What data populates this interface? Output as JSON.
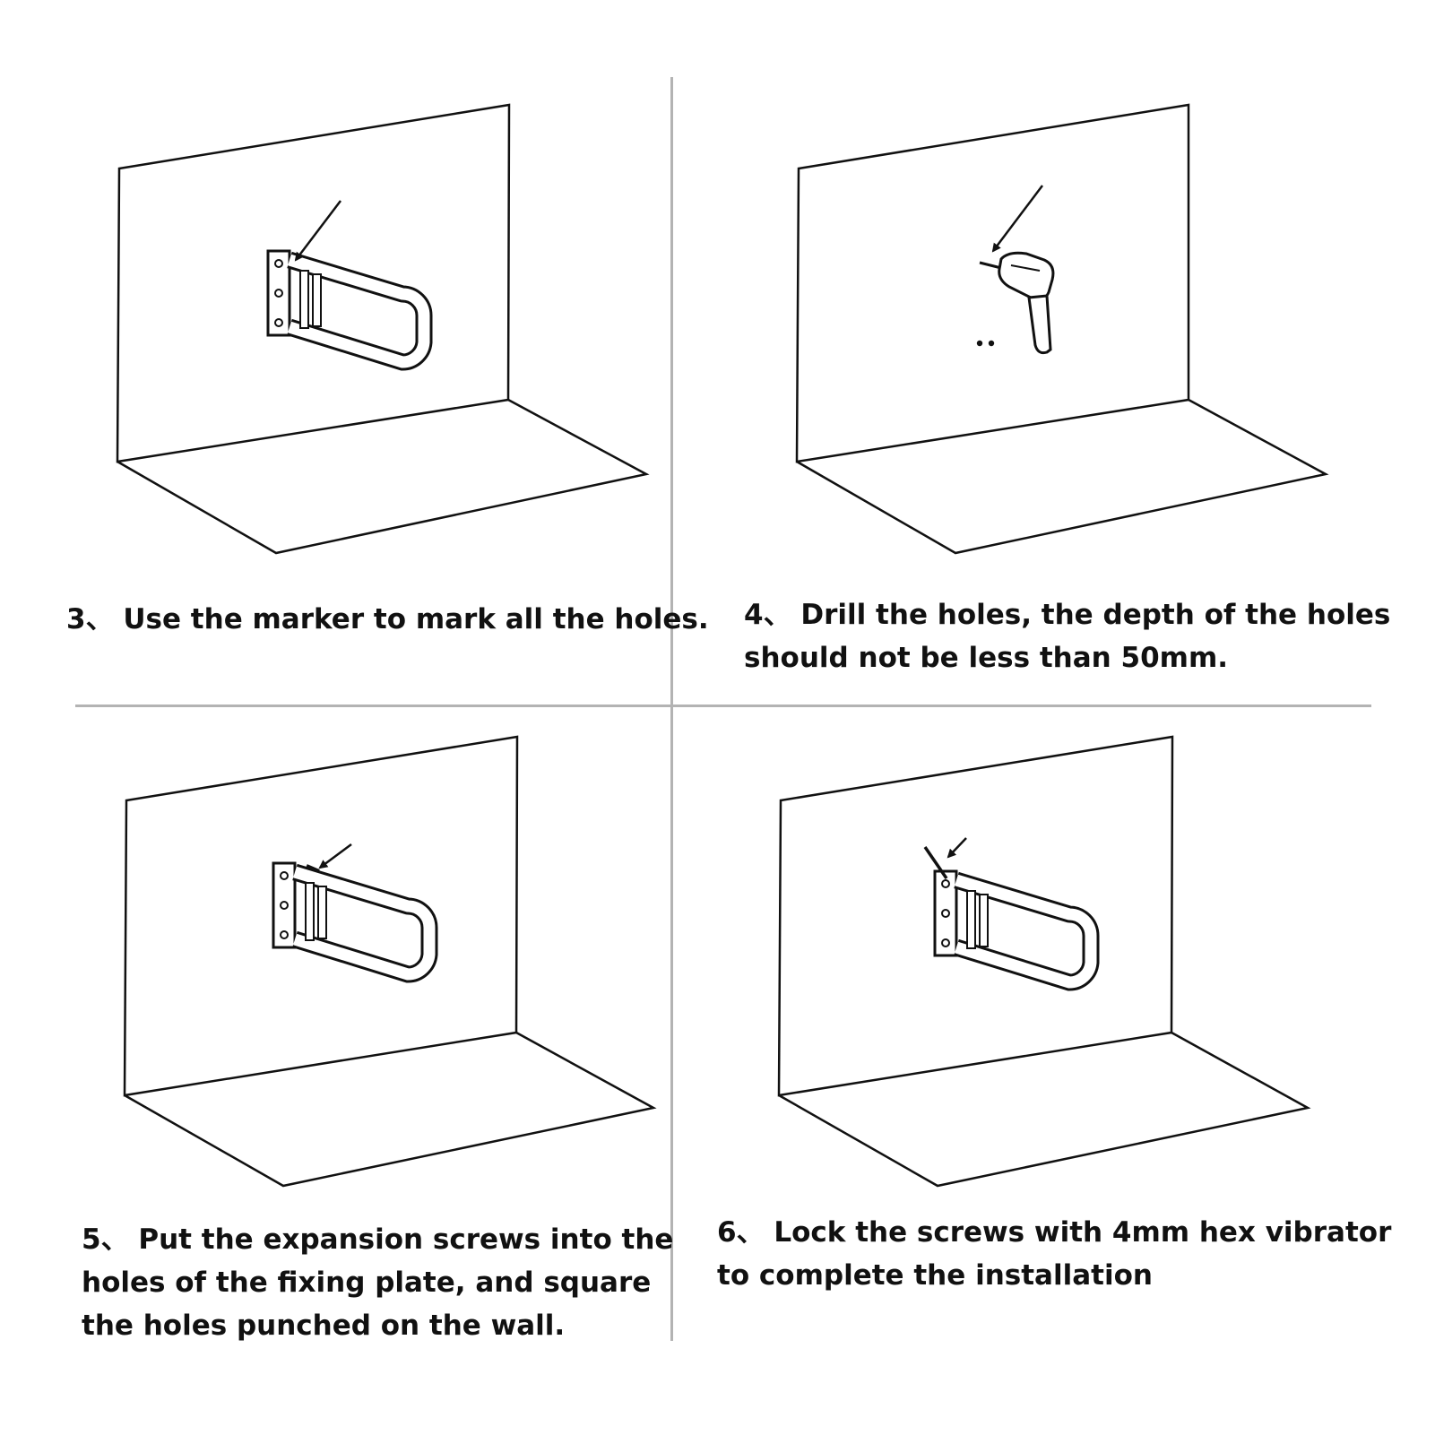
{
  "steps": [
    {
      "id": 3,
      "lines": [
        "3、 Use the marker to mark all the holes."
      ],
      "tool_icon": "marker-arrow-icon"
    },
    {
      "id": 4,
      "lines": [
        "4、 Drill the holes, the depth of the holes",
        "should not be less than 50mm."
      ],
      "tool_icon": "electric-drill-icon"
    },
    {
      "id": 5,
      "lines": [
        "5、 Put the expansion screws into the",
        "holes of the fixing plate, and square",
        "the holes punched on the wall."
      ],
      "tool_icon": "expansion-screw-icon"
    },
    {
      "id": 6,
      "lines": [
        "6、 Lock the screws with 4mm hex vibrator",
        "to complete the installation"
      ],
      "tool_icon": "hex-key-icon"
    }
  ],
  "colors": {
    "line": "#111111",
    "divider": "#b3b3b3",
    "background": "#ffffff"
  }
}
